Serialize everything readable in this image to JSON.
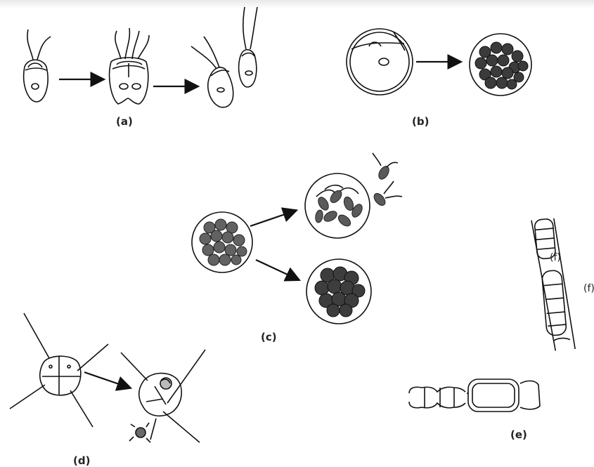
{
  "panels": {
    "a": {
      "label": "(a)"
    },
    "b": {
      "label": "(b)"
    },
    "c": {
      "label": "(c)"
    },
    "d": {
      "label": "(d)"
    },
    "e": {
      "label": "(e)"
    },
    "f": {
      "label": "(f)",
      "side_label": "(f)"
    }
  },
  "colors": {
    "stroke": "#111111",
    "cell_fill": "#6a6a6a",
    "cell_dark": "#3a3a3a"
  }
}
